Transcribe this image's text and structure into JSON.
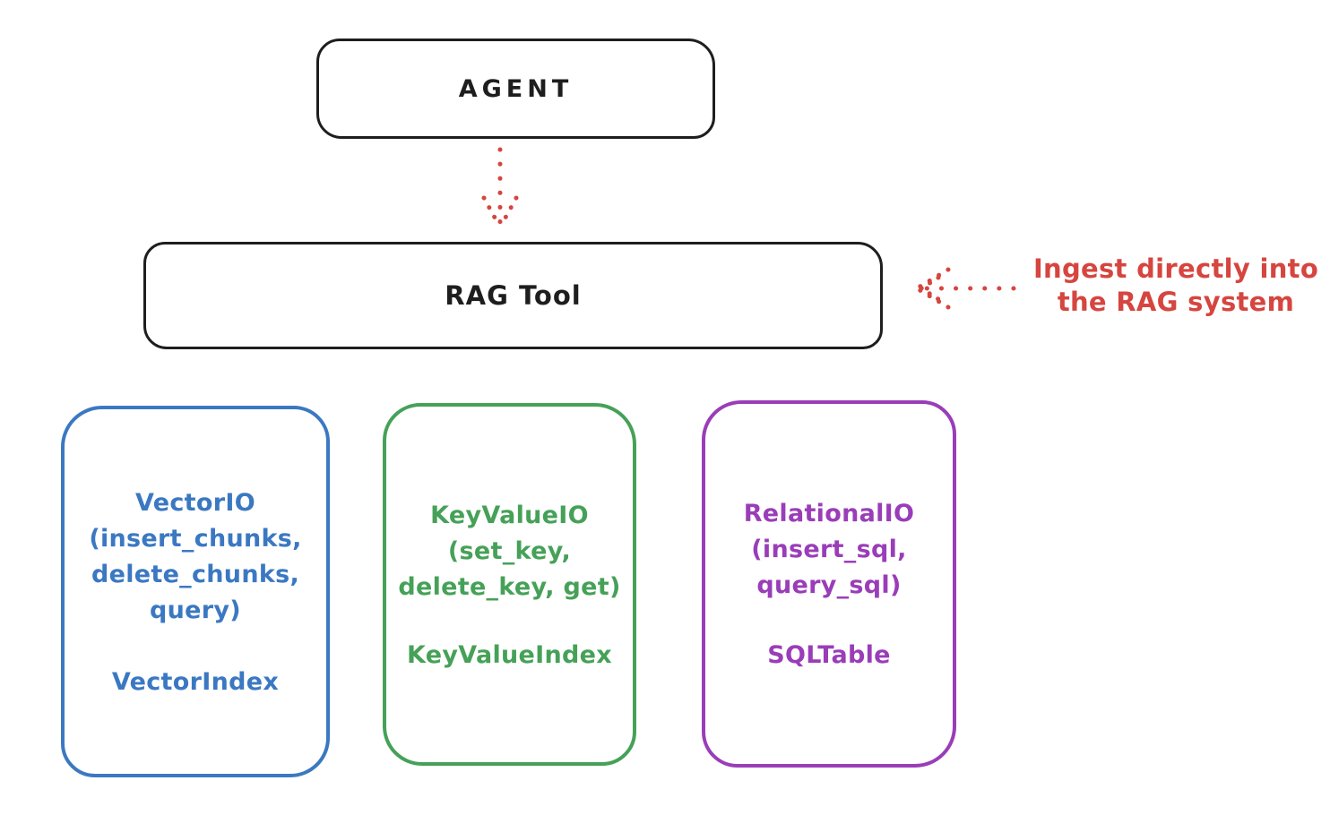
{
  "colors": {
    "ink": "#1e1e1e",
    "accent_red": "#d6453f"
  },
  "nodes": {
    "agent": {
      "label": "AGENT"
    },
    "rag_tool": {
      "label": "RAG Tool"
    },
    "vector_io": {
      "color": "#3b78c2",
      "lines": [
        "VectorIO",
        "(insert_chunks,",
        "delete_chunks,",
        "query)"
      ],
      "index_label": "VectorIndex"
    },
    "key_value_io": {
      "color": "#46a158",
      "lines": [
        "KeyValueIO",
        "(set_key,",
        "delete_key, get)"
      ],
      "index_label": "KeyValueIndex"
    },
    "relational_io": {
      "color": "#9a3db8",
      "lines": [
        "RelationalIO",
        "(insert_sql,",
        "query_sql)"
      ],
      "index_label": "SQLTable"
    }
  },
  "annotation": {
    "line1": "Ingest directly into",
    "line2": "the RAG system"
  },
  "arrows": {
    "agent_to_rag_tool": "dotted arrow pointing down from AGENT to RAG Tool",
    "annotation_to_rag_tool": "dotted arrow pointing left from annotation to RAG Tool"
  }
}
